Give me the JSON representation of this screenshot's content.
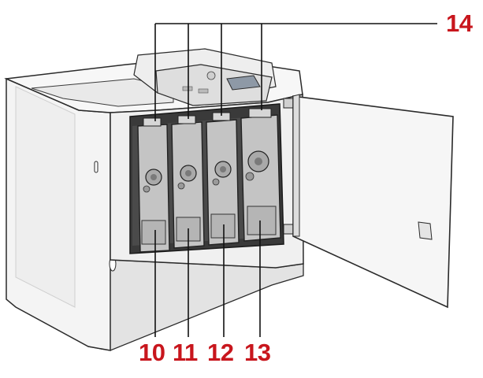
{
  "diagram": {
    "callouts": {
      "c14": "14",
      "c10": "10",
      "c11": "11",
      "c12": "12",
      "c13": "13"
    }
  },
  "colors": {
    "callout": "#c8161d",
    "printer_body": "#f2f2f2",
    "cartridge": "#bdbdbd",
    "outline": "#2a2a2a"
  }
}
